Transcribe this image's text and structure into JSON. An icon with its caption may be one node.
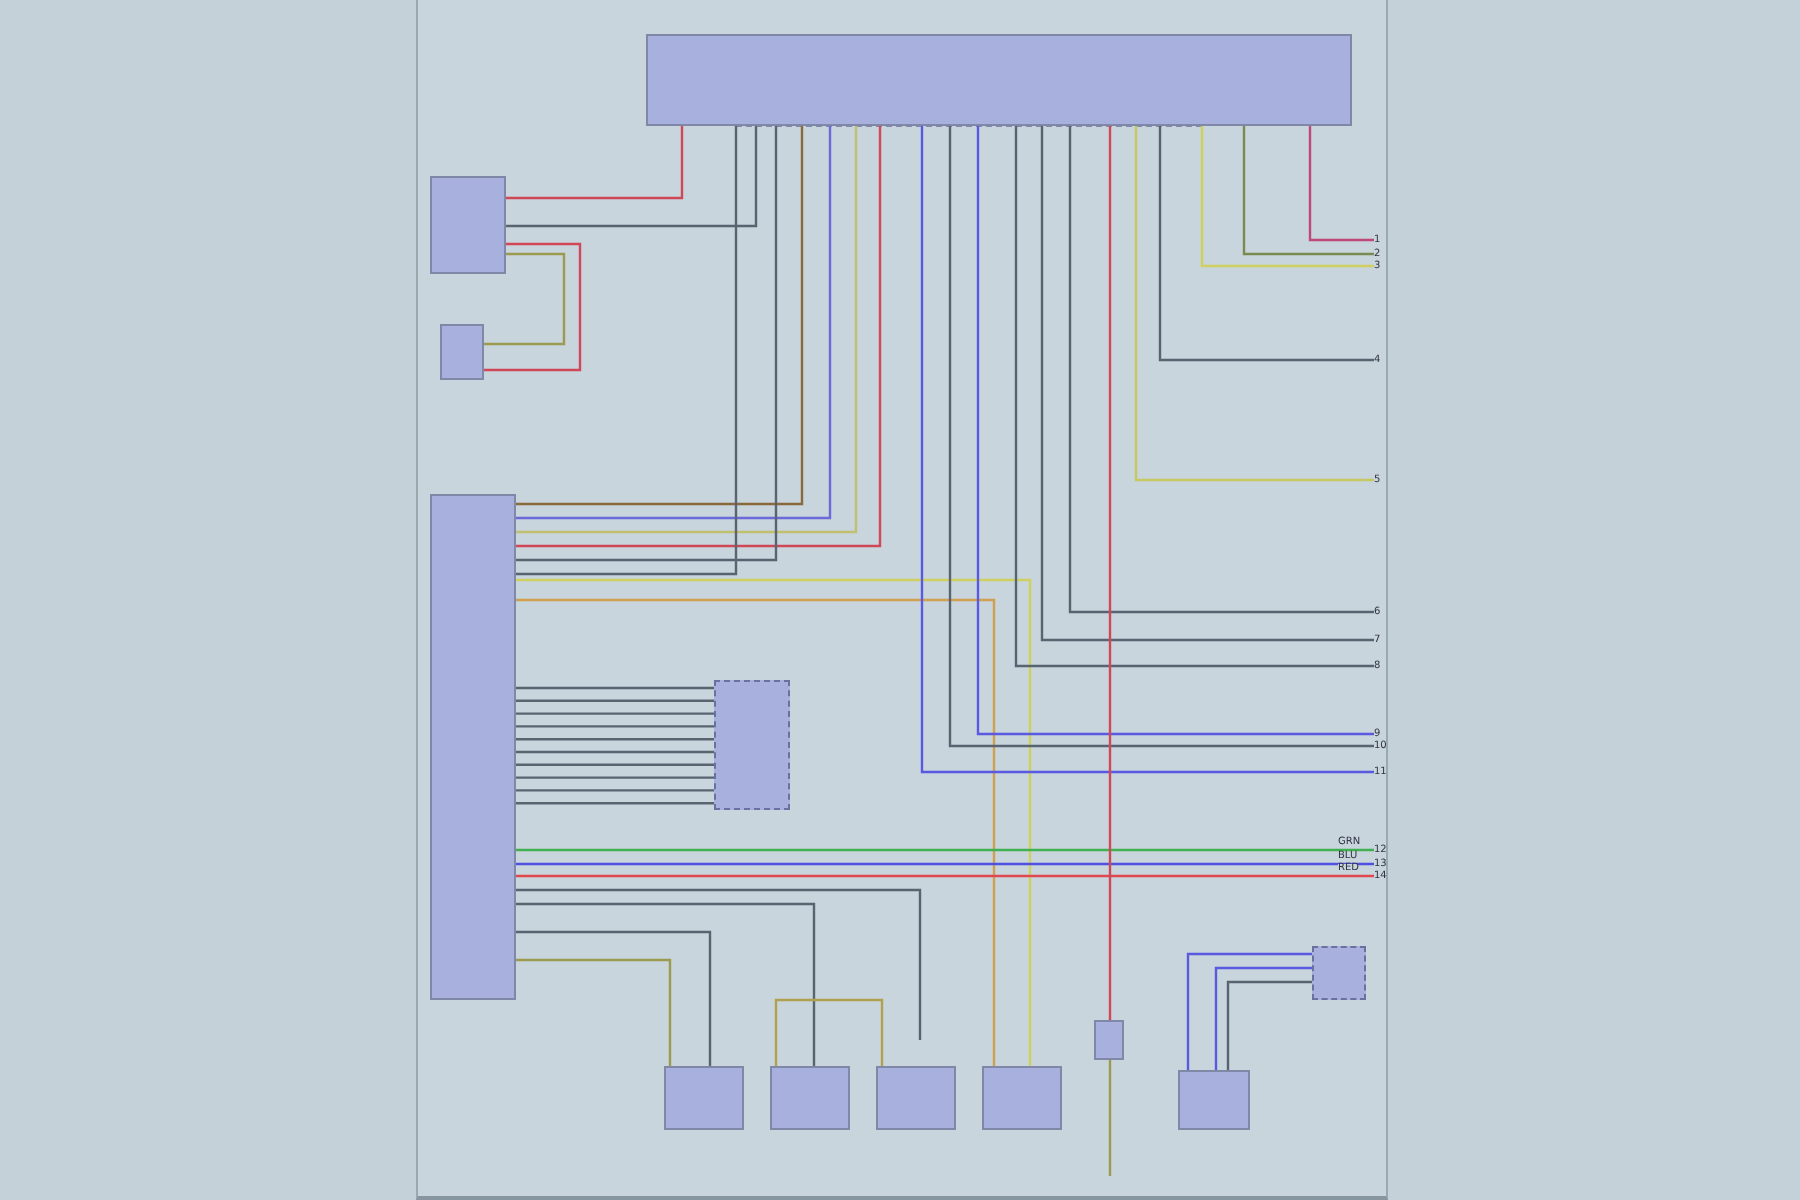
{
  "diagram": {
    "nodes": [
      {
        "text": [],
        "shape": "box"
      },
      {
        "text": [],
        "shape": "box"
      },
      {
        "text": [],
        "shape": "box"
      },
      {
        "text": [],
        "shape": "box"
      },
      {
        "text": [],
        "shape": "box"
      },
      {
        "text": [],
        "shape": "box"
      },
      {
        "text": [],
        "shape": "box"
      },
      {
        "text": [],
        "shape": "box"
      },
      {
        "text": [],
        "shape": "box"
      },
      {
        "text": [],
        "shape": "box"
      },
      {
        "text": [],
        "shape": "box"
      },
      {
        "text": [],
        "shape": "box"
      },
      {
        "text": [
          "1"
        ]
      },
      {
        "text": [
          "2"
        ]
      },
      {
        "text": [
          "3"
        ]
      },
      {
        "text": [
          "4"
        ]
      },
      {
        "text": [
          "5"
        ]
      },
      {
        "text": [
          "6"
        ]
      },
      {
        "text": [
          "7"
        ]
      },
      {
        "text": [
          "8"
        ]
      },
      {
        "text": [
          "9"
        ]
      },
      {
        "text": [
          "10"
        ]
      },
      {
        "text": [
          "11"
        ]
      },
      {
        "text": [
          "12"
        ]
      },
      {
        "text": [
          "13"
        ]
      },
      {
        "text": [
          "14"
        ]
      }
    ],
    "edges": [
      {
        "from": 0,
        "to": 1,
        "arrow": "none",
        "color": "#d04858"
      },
      {
        "from": 1,
        "to": 2,
        "arrow": "none",
        "color": "#d04858"
      },
      {
        "from": 1,
        "to": 2,
        "arrow": "none",
        "color": "#9a9a50"
      },
      {
        "from": 1,
        "to": 0,
        "arrow": "none"
      },
      {
        "from": 3,
        "to": 0,
        "arrow": "none",
        "color": "#8a6a3a"
      },
      {
        "from": 3,
        "to": 0,
        "arrow": "none",
        "color": "#6a6ad8"
      },
      {
        "from": 3,
        "to": 0,
        "arrow": "none",
        "color": "#c0c070"
      },
      {
        "from": 3,
        "to": 0,
        "arrow": "none",
        "color": "#d04858"
      },
      {
        "from": 3,
        "to": 0,
        "arrow": "none"
      },
      {
        "from": 3,
        "to": 0,
        "arrow": "none"
      },
      {
        "from": 3,
        "to": 8,
        "arrow": "none",
        "color": "#d0d060"
      },
      {
        "from": 3,
        "to": 8,
        "arrow": "none",
        "color": "#d0a050"
      },
      {
        "from": 3,
        "to": 4,
        "arrow": "none"
      },
      {
        "from": 3,
        "to": 4,
        "arrow": "none"
      },
      {
        "from": 3,
        "to": 4,
        "arrow": "none"
      },
      {
        "from": 3,
        "to": 4,
        "arrow": "none"
      },
      {
        "from": 3,
        "to": 4,
        "arrow": "none"
      },
      {
        "from": 3,
        "to": 4,
        "arrow": "none"
      },
      {
        "from": 3,
        "to": 4,
        "arrow": "none"
      },
      {
        "from": 3,
        "to": 4,
        "arrow": "none"
      },
      {
        "from": 3,
        "to": 4,
        "arrow": "none"
      },
      {
        "from": 3,
        "to": 4,
        "arrow": "none"
      },
      {
        "from": 3,
        "to": 23,
        "arrow": "none",
        "label": "GRN",
        "color": "#40b050"
      },
      {
        "from": 3,
        "to": 24,
        "arrow": "none",
        "label": "BLU",
        "color": "#5050e0"
      },
      {
        "from": 3,
        "to": 25,
        "arrow": "none",
        "label": "RED",
        "color": "#e04850"
      },
      {
        "from": 3,
        "to": null,
        "arrow": "none"
      },
      {
        "from": 3,
        "to": 6,
        "arrow": "none"
      },
      {
        "from": 3,
        "to": 5,
        "arrow": "none"
      },
      {
        "from": 3,
        "to": 5,
        "arrow": "none",
        "color": "#9a9a50"
      },
      {
        "from": 6,
        "to": 7,
        "arrow": "none",
        "color": "#b0a050"
      },
      {
        "from": 0,
        "to": 12,
        "arrow": "none",
        "color": "#c04878"
      },
      {
        "from": 0,
        "to": 13,
        "arrow": "none",
        "color": "#7a8a50"
      },
      {
        "from": 0,
        "to": 14,
        "arrow": "none",
        "color": "#d0d060"
      },
      {
        "from": 0,
        "to": 15,
        "arrow": "none"
      },
      {
        "from": 0,
        "to": 16,
        "arrow": "none",
        "color": "#c8c860"
      },
      {
        "from": 0,
        "to": 17,
        "arrow": "none"
      },
      {
        "from": 0,
        "to": 18,
        "arrow": "none"
      },
      {
        "from": 0,
        "to": 19,
        "arrow": "none"
      },
      {
        "from": 0,
        "to": 20,
        "arrow": "none",
        "color": "#5a5ae0"
      },
      {
        "from": 0,
        "to": 21,
        "arrow": "none"
      },
      {
        "from": 0,
        "to": 22,
        "arrow": "none",
        "color": "#5a5ae0"
      },
      {
        "from": 0,
        "to": 9,
        "arrow": "none",
        "color": "#d04858"
      },
      {
        "from": 9,
        "to": null,
        "arrow": "none",
        "color": "#9a9a50"
      },
      {
        "from": 10,
        "to": 11,
        "arrow": "none",
        "color": "#5a5ae0"
      },
      {
        "from": 10,
        "to": 11,
        "arrow": "none",
        "color": "#5a5ae0"
      },
      {
        "from": 10,
        "to": 11,
        "arrow": "none"
      }
    ]
  }
}
